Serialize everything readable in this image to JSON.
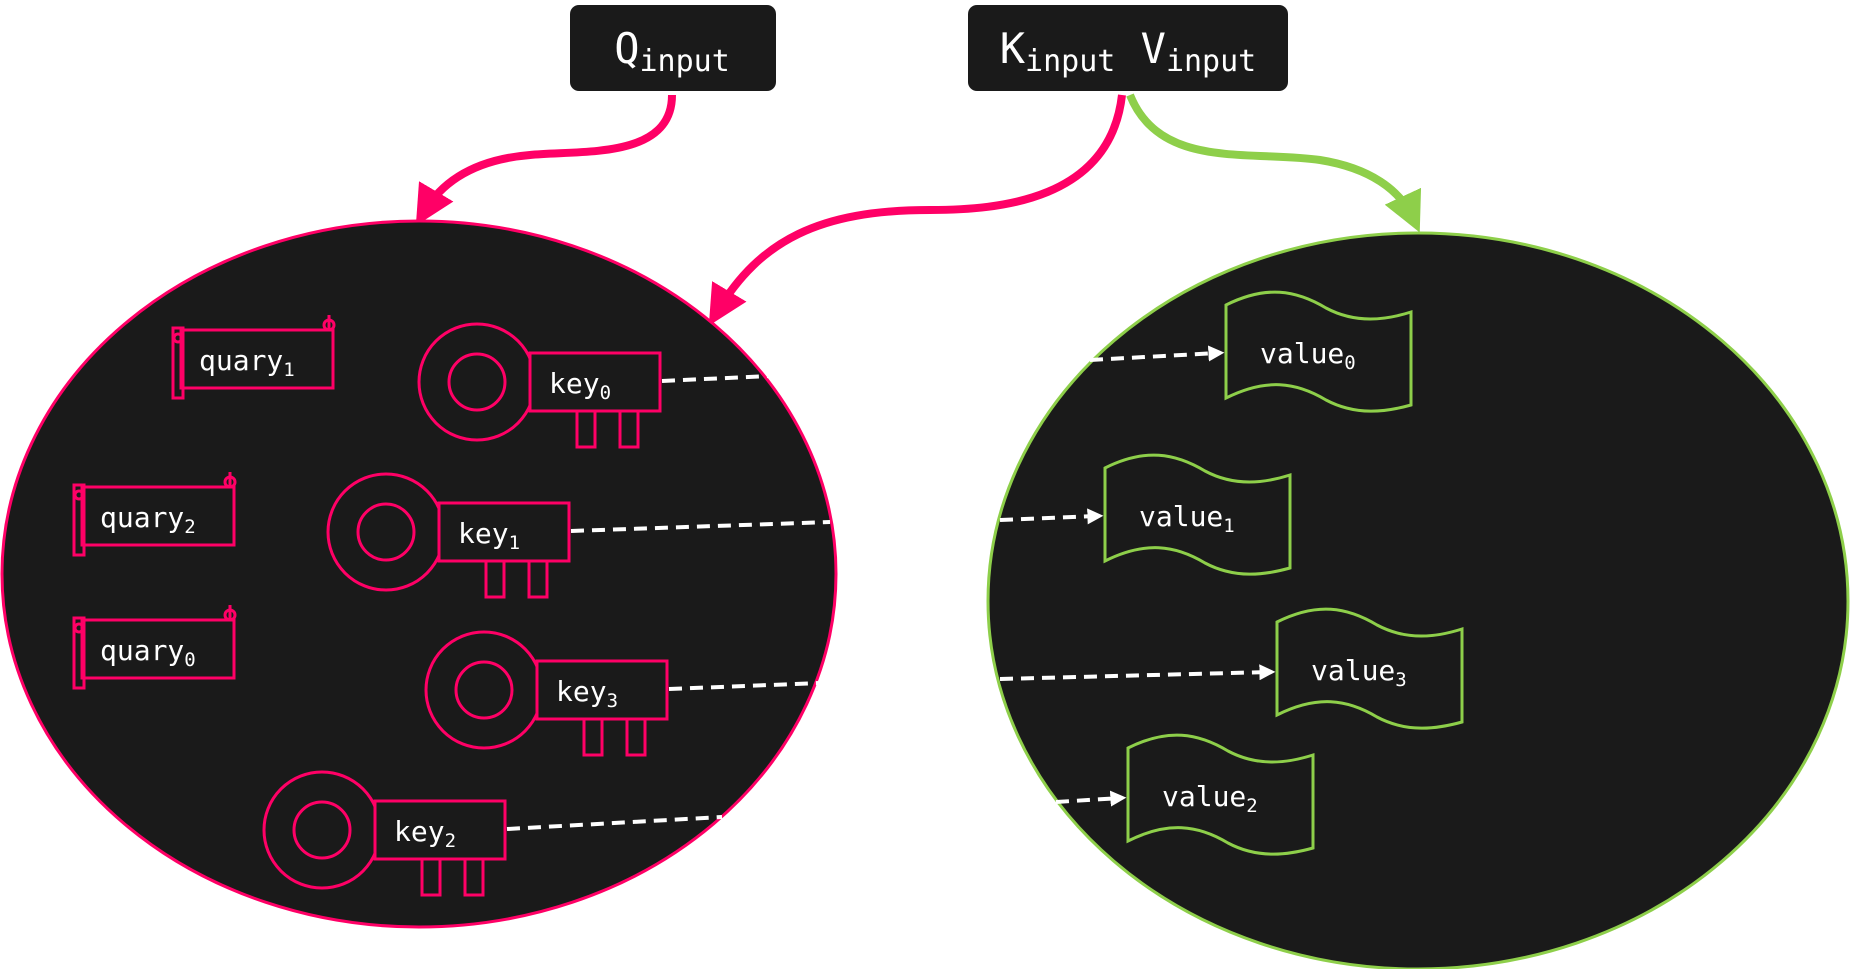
{
  "colors": {
    "query_key": "#ff0066",
    "value": "#8ecf4a",
    "panel": "#1a1a1a",
    "text": "#ffffff"
  },
  "labels": {
    "q": {
      "main": "Q",
      "sub": "input"
    },
    "k": {
      "main": "K",
      "sub": "input"
    },
    "v": {
      "main": "V",
      "sub": "input"
    }
  },
  "queries": [
    {
      "base": "quary",
      "sub": "1"
    },
    {
      "base": "quary",
      "sub": "2"
    },
    {
      "base": "quary",
      "sub": "0"
    }
  ],
  "keys": [
    {
      "base": "key",
      "sub": "0"
    },
    {
      "base": "key",
      "sub": "1"
    },
    {
      "base": "key",
      "sub": "3"
    },
    {
      "base": "key",
      "sub": "2"
    }
  ],
  "values": [
    {
      "base": "value",
      "sub": "0"
    },
    {
      "base": "value",
      "sub": "1"
    },
    {
      "base": "value",
      "sub": "3"
    },
    {
      "base": "value",
      "sub": "2"
    }
  ],
  "icons": {
    "query": "scroll-icon",
    "key": "key-icon",
    "value": "banner-icon"
  }
}
